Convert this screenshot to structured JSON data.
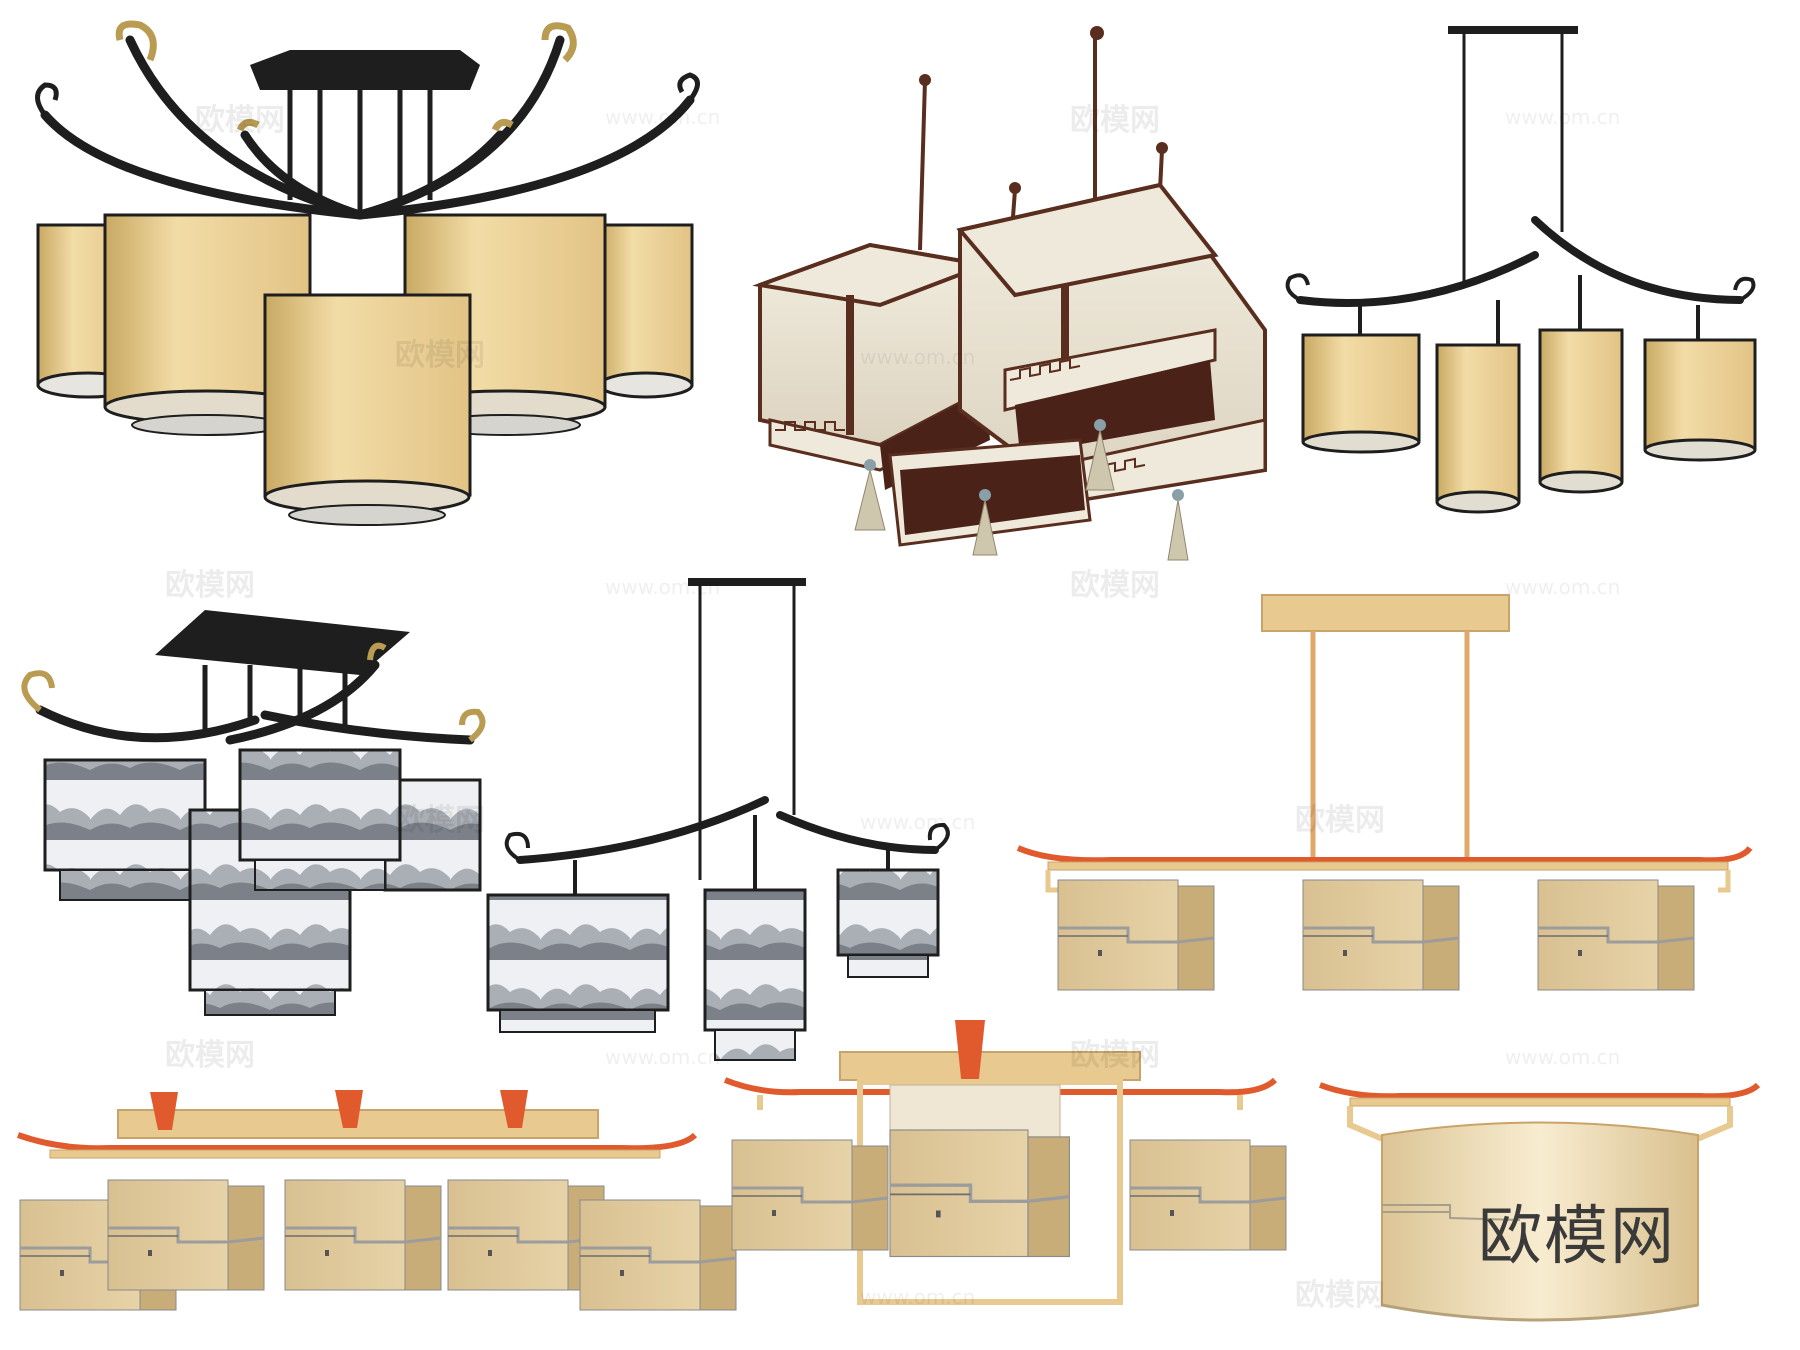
{
  "watermark": {
    "text": "欧模网",
    "url": "www.om.cn"
  },
  "brand": {
    "logo_text": "欧模网"
  },
  "colors": {
    "background": "#ffffff",
    "iron": "#1e1e1e",
    "silk_shade": "#ecd39a",
    "silk_shade_dark": "#c9a963",
    "gold_coil": "#b99b52",
    "brown_frame": "#5a2e1e",
    "linen_shade": "#ece6d6",
    "ink_shade": "#c9ccd3",
    "brass_frame": "#e8c98f",
    "brass_dark": "#c9a46a",
    "orange_accent": "#e15a2d",
    "wall_shade": "#dcc596"
  },
  "lamps": [
    {
      "name": "lamp-iron-scroll-chandelier-cylinder",
      "style": "iron scroll arms with silk cylinder shades"
    },
    {
      "name": "lamp-square-lantern-cluster-brown",
      "style": "square linen lanterns with brown fretwork and tassels"
    },
    {
      "name": "lamp-linear-pendant-four-cylinders",
      "style": "linear iron bar with four cylinder shades"
    },
    {
      "name": "lamp-iron-chandelier-ink-cubes",
      "style": "iron scroll arms with ink landscape cube shades"
    },
    {
      "name": "lamp-linear-pendant-ink-cubes",
      "style": "linear pendant with three ink landscape shades"
    },
    {
      "name": "lamp-brass-linear-three-wall-cubes",
      "style": "brass linear pendant with three wall-pattern cubes"
    },
    {
      "name": "lamp-brass-long-ceiling-cluster",
      "style": "brass long ceiling fixture with wall-pattern cubes"
    },
    {
      "name": "lamp-brass-square-ceiling-cluster",
      "style": "brass square ceiling fixture with wall-pattern cubes"
    },
    {
      "name": "lamp-brass-drum-ceiling",
      "style": "brass ceiling fixture with drum shade"
    }
  ]
}
